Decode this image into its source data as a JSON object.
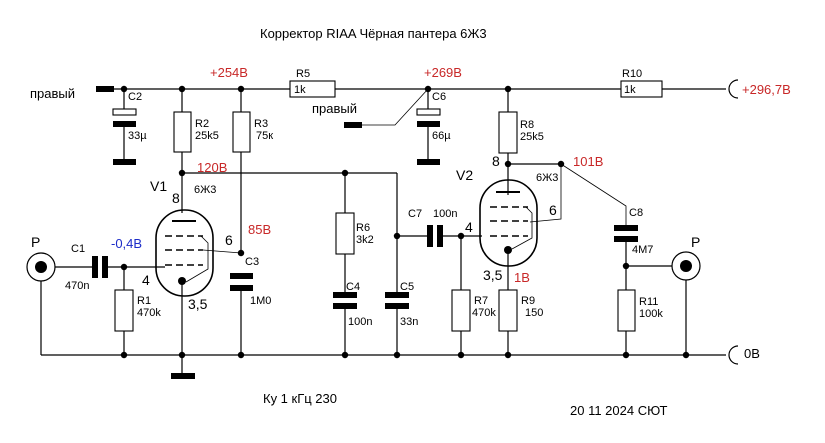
{
  "title": "Корректор RIAA Чёрная пантера 6Ж3",
  "footer": {
    "gain": "Ку 1 кГц  230",
    "date": "20 11 2024 СЮТ"
  },
  "colors": {
    "voltage_red": "#c82828",
    "voltage_blue": "#1c2cc8",
    "wire": "#000000"
  },
  "supply": {
    "input_label_left": "правый",
    "input_label_mid": "правый",
    "b_plus": "+296,7В",
    "ground": "0В"
  },
  "voltages": {
    "v1": "+254В",
    "v2": "+269В",
    "v1_anode": "120В",
    "v1_screen": "85В",
    "v1_grid": "-0,4В",
    "v2_anode": "101В",
    "v2_cathode": "1В"
  },
  "connectors": {
    "in": "P",
    "out": "P"
  },
  "tubes": [
    {
      "ref": "V1",
      "type": "6Ж3",
      "pin_anode": "8",
      "pin_screen": "6",
      "pin_grid": "4",
      "pin_cathode": "3,5"
    },
    {
      "ref": "V2",
      "type": "6Ж3",
      "pin_anode": "8",
      "pin_screen": "6",
      "pin_grid": "4",
      "pin_cathode": "3,5"
    }
  ],
  "components": {
    "C1": {
      "ref": "C1",
      "value": "470n"
    },
    "C2": {
      "ref": "C2",
      "value": "33µ"
    },
    "C3": {
      "ref": "C3",
      "value": "1M0"
    },
    "C4": {
      "ref": "C4",
      "value": "100n"
    },
    "C5": {
      "ref": "C5",
      "value": "33n"
    },
    "C6": {
      "ref": "C6",
      "value": "66µ"
    },
    "C7": {
      "ref": "C7",
      "value": "100n"
    },
    "C8": {
      "ref": "C8",
      "value": "4M7"
    },
    "R1": {
      "ref": "R1",
      "value": "470k"
    },
    "R2": {
      "ref": "R2",
      "value": "25k5"
    },
    "R3": {
      "ref": "R3",
      "value": "75к"
    },
    "R5": {
      "ref": "R5",
      "value": "1k"
    },
    "R6": {
      "ref": "R6",
      "value": "3k2"
    },
    "R7": {
      "ref": "R7",
      "value": "470k"
    },
    "R8": {
      "ref": "R8",
      "value": "25k5"
    },
    "R9": {
      "ref": "R9",
      "value": "150"
    },
    "R10": {
      "ref": "R10",
      "value": "1k"
    },
    "R11": {
      "ref": "R11",
      "value": "100k"
    }
  }
}
